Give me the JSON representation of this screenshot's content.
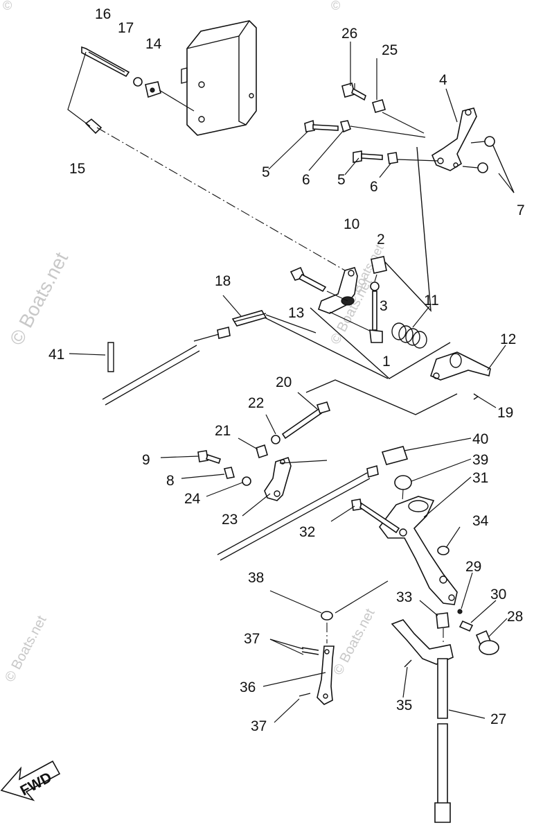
{
  "watermarks": {
    "main": "© Boats.net",
    "side1": "© Boats.net",
    "side2": "© Boats.net",
    "side3": "© Boats.net",
    "side4": "© Boats.net",
    "corner_top": "©",
    "corner_top2": "©"
  },
  "fwd_label": "FWD",
  "callouts": {
    "p1": "1",
    "p2": "2",
    "p3": "3",
    "p4": "4",
    "p5a": "5",
    "p5b": "5",
    "p6a": "6",
    "p6b": "6",
    "p7": "7",
    "p8": "8",
    "p9": "9",
    "p10": "10",
    "p11": "11",
    "p12": "12",
    "p13": "13",
    "p14": "14",
    "p15": "15",
    "p16": "16",
    "p17": "17",
    "p18": "18",
    "p19": "19",
    "p20": "20",
    "p21": "21",
    "p22": "22",
    "p23": "23",
    "p24": "24",
    "p25": "25",
    "p26": "26",
    "p27": "27",
    "p28": "28",
    "p29": "29",
    "p30": "30",
    "p31": "31",
    "p32": "32",
    "p33": "33",
    "p34": "34",
    "p35": "35",
    "p36": "36",
    "p37a": "37",
    "p37b": "37",
    "p38": "38",
    "p39": "39",
    "p40": "40",
    "p41": "41"
  }
}
